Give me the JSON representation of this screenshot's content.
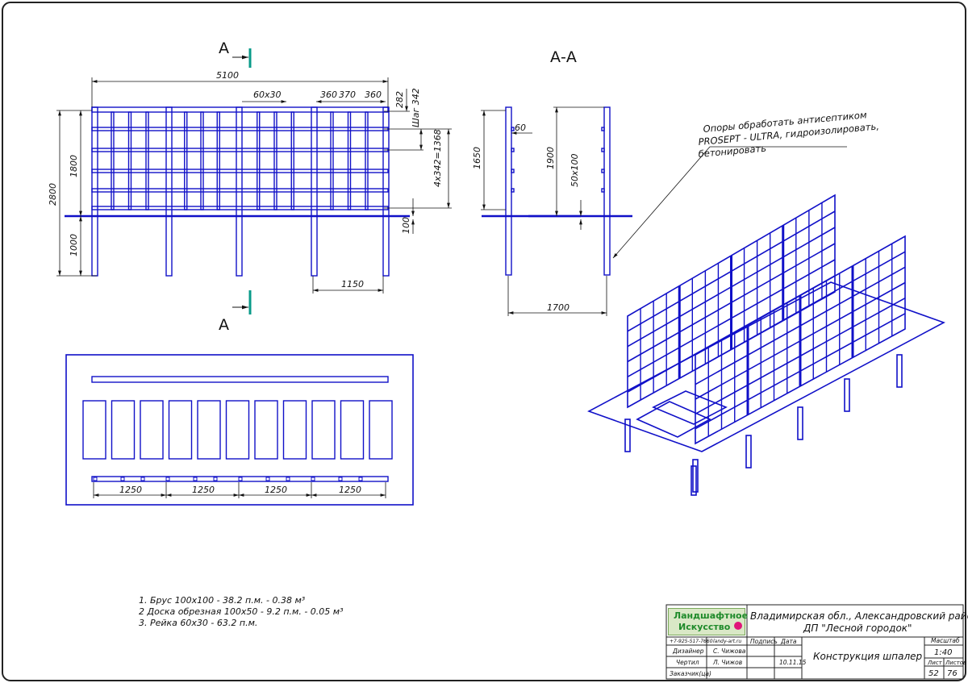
{
  "colors": {
    "stroke": "#1010c8",
    "dim": "#111111",
    "section_mark": "#0a9b8a",
    "frame": "#222222"
  },
  "front_view": {
    "overall_width": "5100",
    "total_height": "2800",
    "above_ground": "1800",
    "below_ground": "1000",
    "gap_100": "100",
    "post_spacing": "1150",
    "rail_size": "60x30",
    "spacing_a": "360",
    "spacing_b": "370",
    "spacing_c": "360",
    "dim_282": "282",
    "step_label": "Шаг 342",
    "rows_label": "4x342=1368"
  },
  "section_marks": {
    "top": "A",
    "bottom": "A"
  },
  "section_view": {
    "title": "А-А",
    "dim_60": "60",
    "height_1650": "1650",
    "height_1900": "1900",
    "board_size": "50x100",
    "base_width": "1700"
  },
  "note": {
    "line1": "Опоры обработать антисептиком",
    "line2": "PROSEPT - ULTRA, гидроизолировать,",
    "line3": "бетонировать"
  },
  "layout_plan": {
    "dims": [
      "1250",
      "1250",
      "1250",
      "1250"
    ]
  },
  "materials": {
    "item1": "1. Брус 100x100 - 38.2 п.м. - 0.38 м³",
    "item2": "2 Доска обрезная 100x50 - 9.2 п.м. - 0.05 м³",
    "item3": "3. Рейка 60x30 - 63.2 п.м."
  },
  "title_block": {
    "logo_line1": "Ландшафтное",
    "logo_line2": "Искусство",
    "phone": "+7-925-517-7660",
    "website": "landy-art.ru",
    "col_signature": "Подпись",
    "col_date": "Дата",
    "row_designer_role": "Дизайнер",
    "row_designer_name": "С. Чижова",
    "row_drafter_role": "Чертил",
    "row_drafter_name": "Л. Чижов",
    "row_client_role": "Заказчик(ца)",
    "date": "10.11.15",
    "location_line1": "Владимирская обл., Александровский район,",
    "location_line2": "ДП \"Лесной городок\"",
    "drawing_title": "Конструкция шпалер",
    "scale_label": "Масштаб",
    "scale_value": "1:40",
    "sheet_label": "Лист",
    "sheets_label": "Листов",
    "sheet_number": "52",
    "sheets_total": "76"
  }
}
